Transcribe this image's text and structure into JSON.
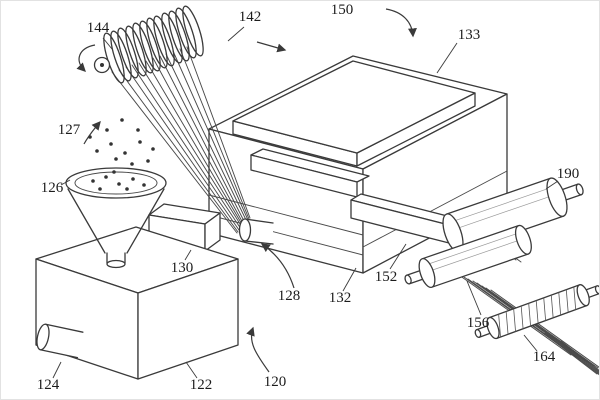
{
  "figure": {
    "background": "#ffffff",
    "ink_color": "#3a3a3a"
  },
  "reference_labels": {
    "r120": "120",
    "r122": "122",
    "r124": "124",
    "r126": "126",
    "r127": "127",
    "r128": "128",
    "r130": "130",
    "r132": "132",
    "r133": "133",
    "r142": "142",
    "r144": "144",
    "r150": "150",
    "r152": "152",
    "r156": "156",
    "r164": "164",
    "r190": "190"
  }
}
